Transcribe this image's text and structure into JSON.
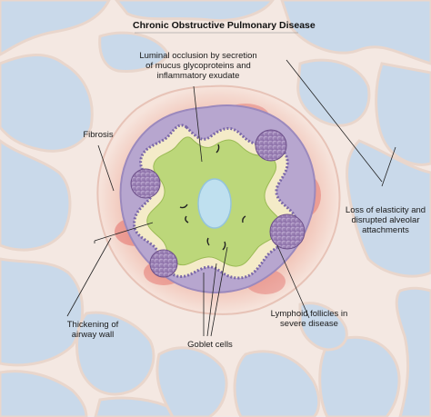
{
  "title": "Chronic Obstructive Pulmonary Disease",
  "labels": {
    "luminal_occlusion": [
      "Luminal occlusion by secretion",
      "of mucus glycoproteins and",
      "inflammatory exudate"
    ],
    "fibrosis": "Fibrosis",
    "loss_of_elasticity": [
      "Loss of elasticity and",
      "disrupted alveolar",
      "attachments"
    ],
    "thickening": [
      "Thickening of",
      "airway wall"
    ],
    "goblet_cells": "Goblet cells",
    "lymphoid_follicles": [
      "Lymphoid follicles in",
      "severe disease"
    ]
  },
  "colors": {
    "alveolar_space": "#c9d9ea",
    "tissue": "#f3e6df",
    "inflamed_wall": "#e98f88",
    "smooth_muscle": "#b7a6cf",
    "epithelium": "#f4ebc8",
    "mucus": "#bcd77a",
    "lumen": "#bfe0ef",
    "lymphoid": "#a58bbd"
  }
}
